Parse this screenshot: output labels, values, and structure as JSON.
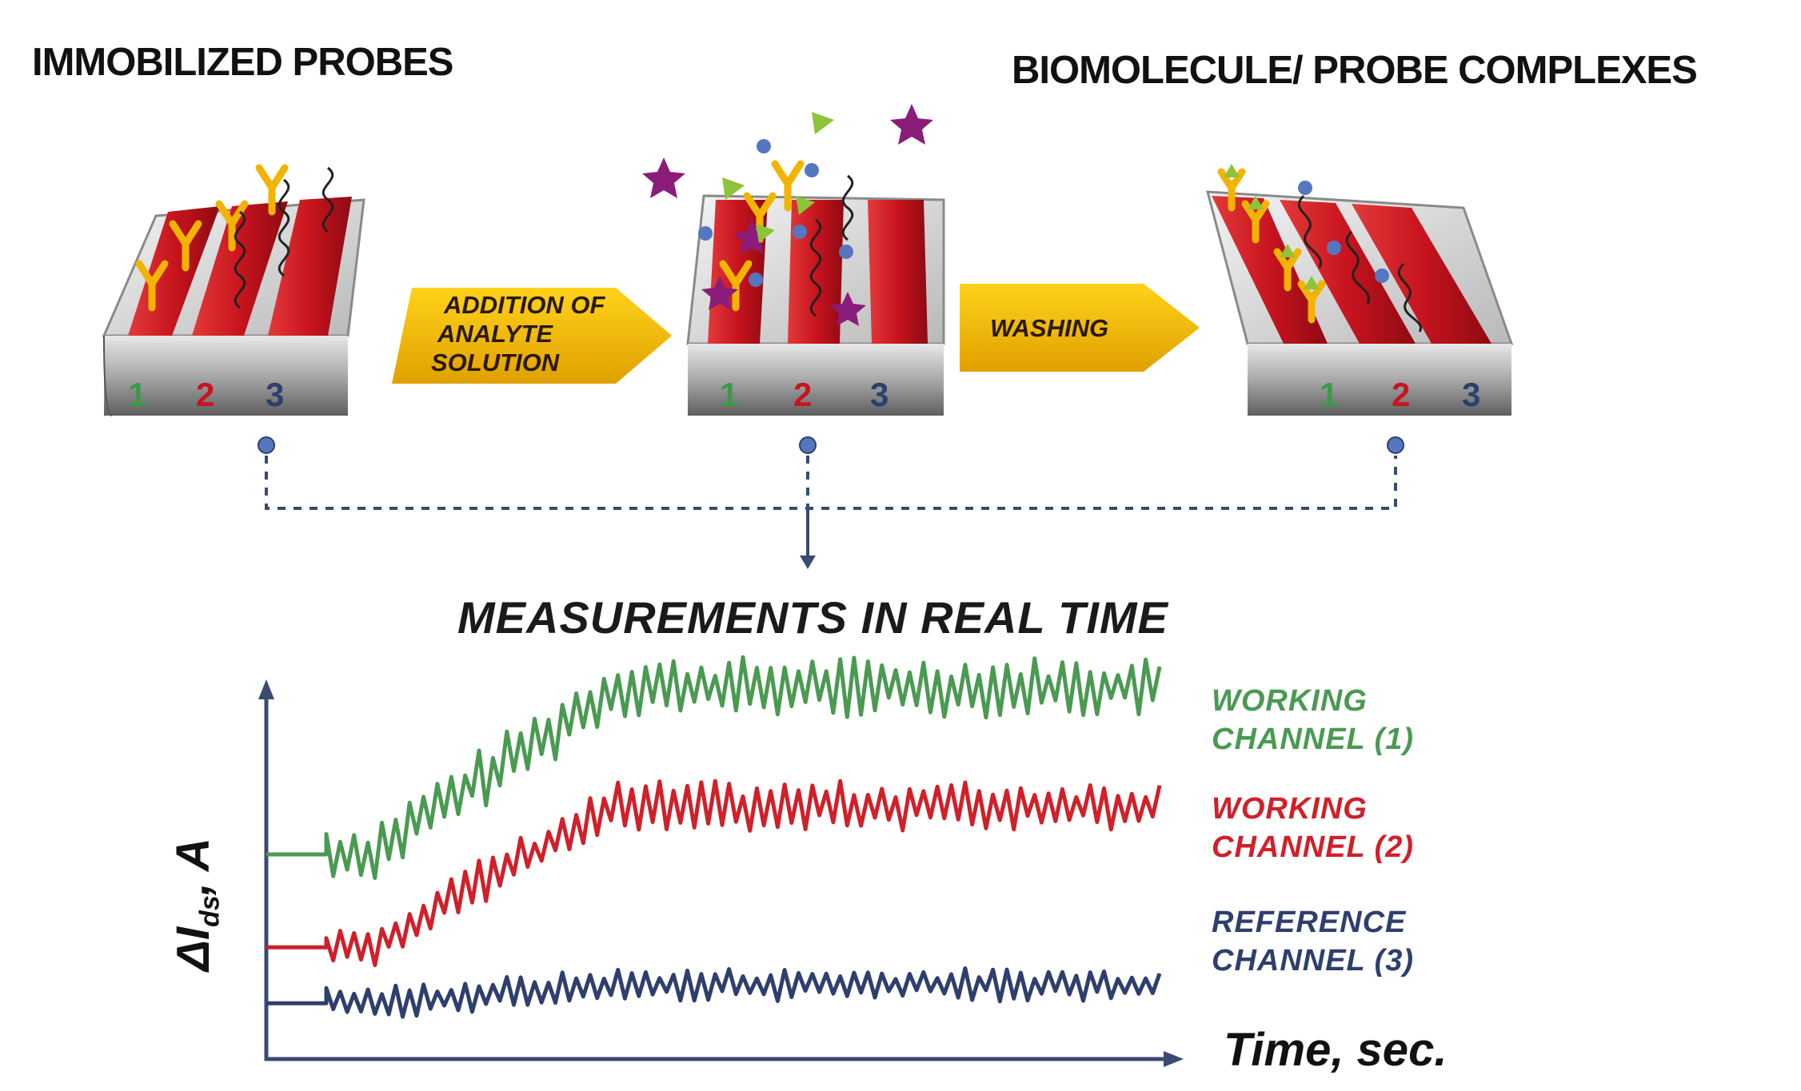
{
  "headings": {
    "left": "IMMOBILIZED PROBES",
    "right": "BIOMOLECULE/ PROBE COMPLEXES",
    "measurements": "MEASUREMENTS IN REAL TIME"
  },
  "steps": {
    "addition": [
      "ADDITION OF",
      "ANALYTE",
      "SOLUTION"
    ],
    "washing": "WASHING"
  },
  "chip_channels": [
    "1",
    "2",
    "3"
  ],
  "axes": {
    "y_main": "ΔI",
    "y_sub": "ds",
    "y_unit": ", A",
    "x": "Time, sec."
  },
  "legend": {
    "ch1": [
      "WORKING",
      "CHANNEL (1)"
    ],
    "ch2": [
      "WORKING",
      "CHANNEL (2)"
    ],
    "ch3": [
      "REFERENCE",
      "CHANNEL (3)"
    ]
  },
  "colors": {
    "ch1": "#4a9a52",
    "ch2": "#d0202a",
    "ch3": "#2e3f6e",
    "arrow": "#f0b800",
    "chip_bar": "#c8141e",
    "probe": "#f2b400",
    "analyte_star": "#8a1d7a",
    "analyte_cone": "#8cc43a",
    "analyte_ball": "#5577c0",
    "axis": "#3a4a70"
  },
  "chart_data": {
    "type": "line",
    "xlabel": "Time, sec.",
    "ylabel": "ΔIds, A",
    "series": [
      {
        "name": "WORKING CHANNEL (1)",
        "baseline": 0.55,
        "plateau": 1.0
      },
      {
        "name": "WORKING CHANNEL (2)",
        "baseline": 0.3,
        "plateau": 0.68
      },
      {
        "name": "REFERENCE CHANNEL (3)",
        "baseline": 0.15,
        "plateau": 0.2
      }
    ]
  }
}
